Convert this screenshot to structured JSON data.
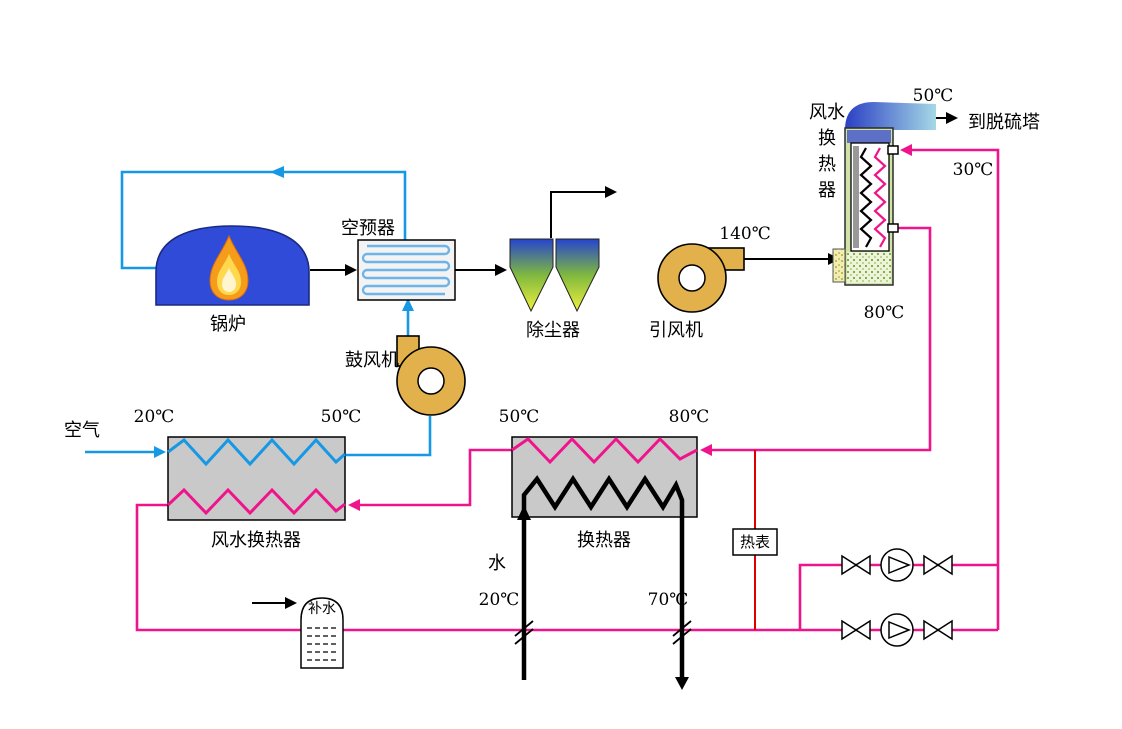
{
  "colors": {
    "air-blue": "#1798e5",
    "boiler-blue": "#2f4bd7",
    "hot-pink": "#f0148c",
    "fan-gold": "#e2b14b",
    "box-gray": "#c9c9c9",
    "hx-green": "#cfe3a6",
    "meter-red": "#dd0000",
    "ink": "#000000"
  },
  "equipment": {
    "boiler": {
      "label": "锅炉"
    },
    "air_preheater": {
      "label": "空预器"
    },
    "dust_collector": {
      "label": "除尘器"
    },
    "induced_draft_fan": {
      "label": "引风机",
      "outlet_temp": "140℃"
    },
    "forced_draft_fan": {
      "label": "鼓风机"
    },
    "flue_gas_hx": {
      "label_vertical": "风水\n换\n热\n器",
      "stack_out_temp": "50℃",
      "return_temp": "30℃",
      "supply_temp": "80℃"
    },
    "air_water_hx": {
      "label": "风水换热器",
      "air_in_temp": "20℃",
      "air_out_temp": "50℃"
    },
    "water_hx": {
      "label": "换热器",
      "hot_out_temp": "50℃",
      "hot_in_temp": "80℃",
      "water_in_temp": "20℃",
      "water_out_temp": "70℃"
    },
    "heat_meter": {
      "label": "热表"
    },
    "makeup_tank": {
      "label": "补水"
    }
  },
  "streams": {
    "air": "空气",
    "water": "水",
    "to_tower": "到脱硫塔"
  }
}
